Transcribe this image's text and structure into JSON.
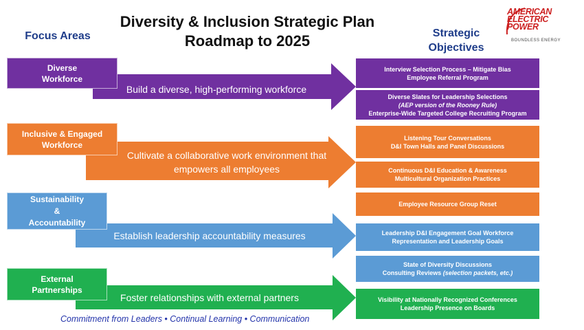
{
  "title": {
    "line1": "Diversity & Inclusion Strategic Plan",
    "line2": "Roadmap to 2025"
  },
  "headers": {
    "focus_areas": "Focus Areas",
    "objectives_line1": "Strategic",
    "objectives_line2": "Objectives"
  },
  "logo": {
    "line1": "AMERICAN",
    "line2": "ELECTRIC",
    "line3": "POWER",
    "tagline": "BOUNDLESS ENERGY"
  },
  "colors": {
    "purple": "#7030a0",
    "orange": "#ed7d31",
    "blue": "#5b9bd5",
    "green": "#20b050",
    "header_blue": "#1f3d8a"
  },
  "focus_areas": [
    {
      "label_line1": "Diverse",
      "label_line2": "Workforce",
      "label_line3": "",
      "arrow_text_line1": "Build a diverse, high-performing workforce",
      "arrow_text_line2": ""
    },
    {
      "label_line1": "Inclusive & Engaged",
      "label_line2": "Workforce",
      "label_line3": "",
      "arrow_text_line1": "Cultivate a collaborative work environment that",
      "arrow_text_line2": "empowers all employees"
    },
    {
      "label_line1": "Sustainability",
      "label_line2": "&",
      "label_line3": "Accountability",
      "arrow_text_line1": "Establish leadership accountability measures",
      "arrow_text_line2": ""
    },
    {
      "label_line1": "External",
      "label_line2": "Partnerships",
      "label_line3": "",
      "arrow_text_line1": "Foster relationships with external partners",
      "arrow_text_line2": ""
    }
  ],
  "objectives": [
    {
      "line1": "Interview Selection Process – Mitigate Bias",
      "line2": "Employee Referral Program",
      "line3": ""
    },
    {
      "line1": "Diverse Slates for Leadership Selections",
      "line2": "(AEP version of the Rooney Rule)",
      "line3": "Enterprise-Wide Targeted College Recruiting Program"
    },
    {
      "line1": "Listening Tour Conversations",
      "line2": "D&I Town Halls and Panel Discussions",
      "line3": ""
    },
    {
      "line1": "Continuous D&I Education & Awareness",
      "line2": "Multicultural Organization Practices",
      "line3": ""
    },
    {
      "line1": "Employee Resource Group Reset",
      "line2": "",
      "line3": ""
    },
    {
      "line1": "Leadership D&I Engagement Goal Workforce",
      "line2": "Representation and Leadership Goals",
      "line3": ""
    },
    {
      "line1": "State of Diversity Discussions",
      "line2": "Consulting Reviews",
      "line2_italic": "(selection packets, etc.)",
      "line3": ""
    },
    {
      "line1": "Visibility at Nationally Recognized Conferences",
      "line2": "Leadership Presence on Boards",
      "line3": ""
    }
  ],
  "footer": "Commitment from Leaders • Continual Learning • Communication"
}
